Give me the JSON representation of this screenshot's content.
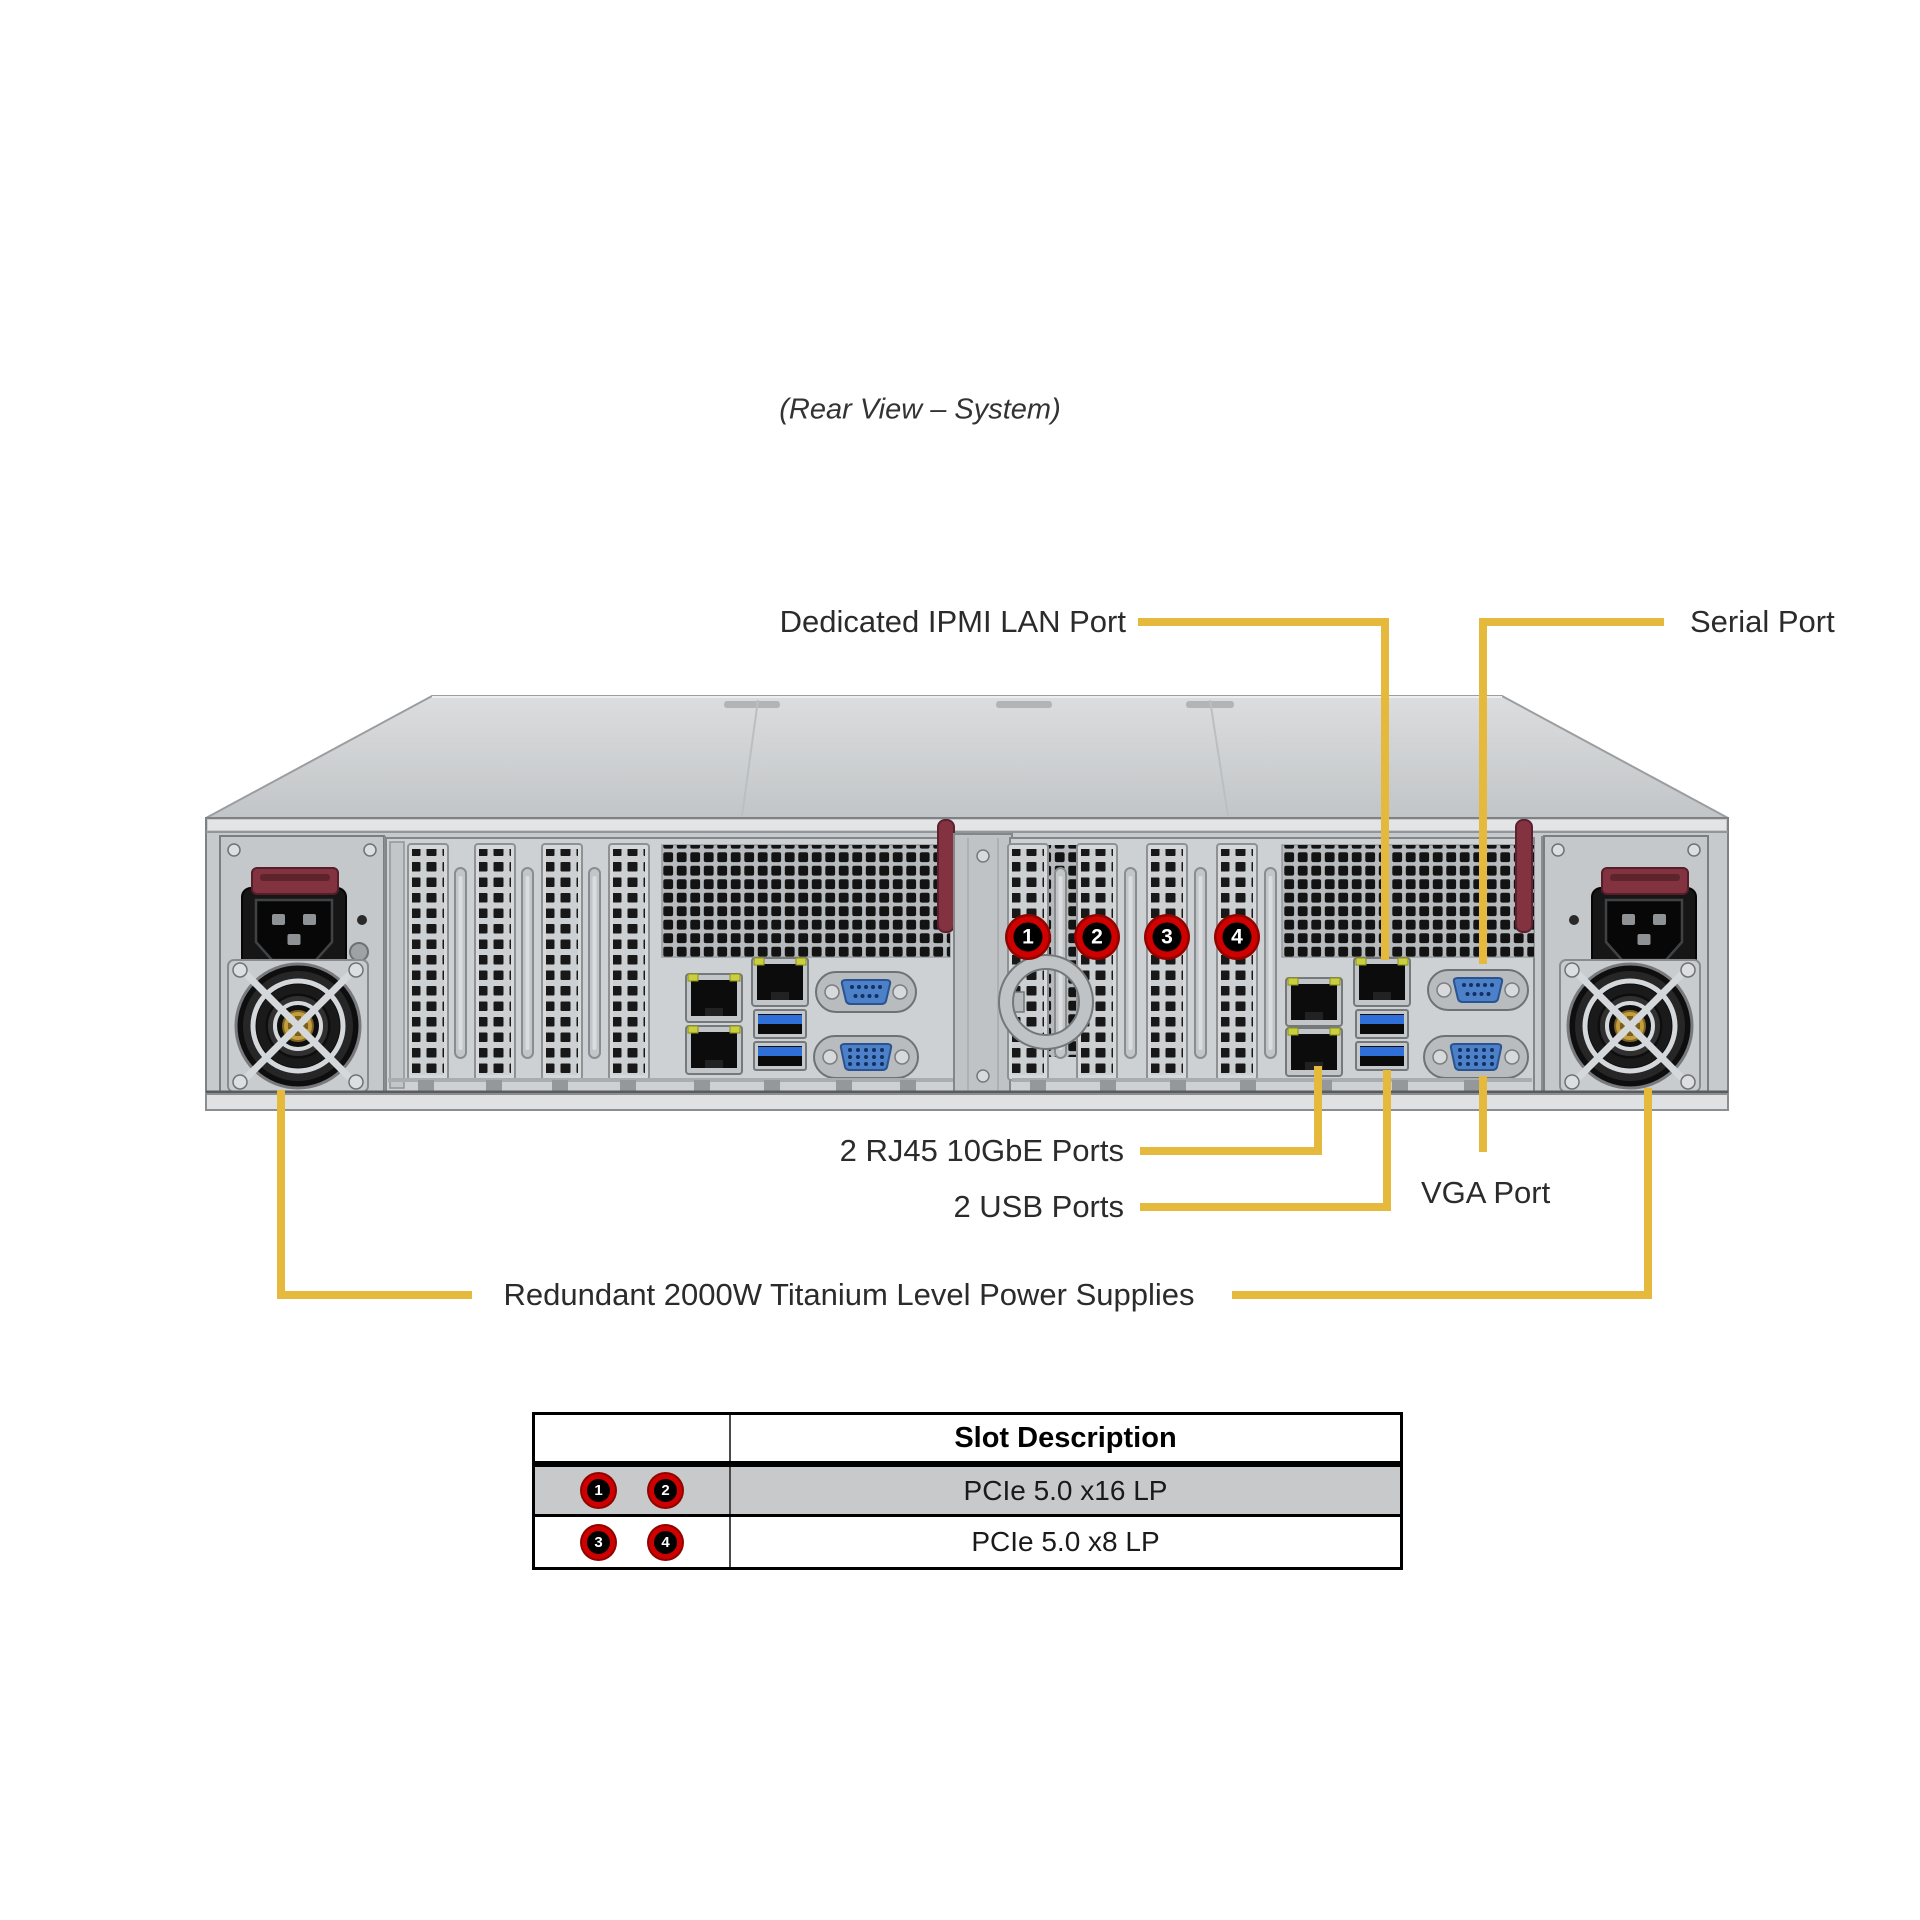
{
  "title": "(Rear View – System)",
  "labels": {
    "ipmi": "Dedicated IPMI LAN Port",
    "serial": "Serial Port",
    "rj45": "2 RJ45 10GbE Ports",
    "usb": "2 USB Ports",
    "vga": "VGA Port",
    "psu": "Redundant 2000W Titanium Level Power Supplies"
  },
  "callouts": [
    "1",
    "2",
    "3",
    "4"
  ],
  "table": {
    "header": "Slot Description",
    "rows": [
      {
        "badges": [
          "1",
          "2"
        ],
        "description": "PCIe 5.0 x16 LP"
      },
      {
        "badges": [
          "3",
          "4"
        ],
        "description": "PCIe 5.0 x8 LP"
      }
    ]
  },
  "colors": {
    "leader_line": "#E5B93C",
    "callout_ring": "#CE0000",
    "callout_fill": "#000000",
    "table_row_alt": "#C8C9CB",
    "port_blue": "#4C80C8",
    "usb_blue": "#2F6FD8",
    "psu_lever": "#83333F"
  }
}
